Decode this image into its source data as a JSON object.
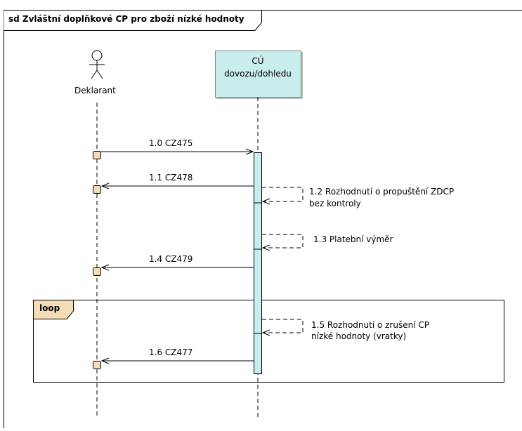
{
  "diagram": {
    "frame_title": "sd Zvláštní doplňkové CP pro zboží nízké hodnoty",
    "lifelines": {
      "actor": {
        "label": "Deklarant"
      },
      "system": {
        "label_line1": "CÚ",
        "label_line2": "dovozu/dohledu"
      }
    },
    "messages": [
      {
        "label": "1.0 CZ475"
      },
      {
        "label": "1.1 CZ478"
      },
      {
        "label_line1": "1.2 Rozhodnutí o propuštění ZDCP",
        "label_line2": "bez kontroly"
      },
      {
        "label": "1.3 Platební výměr"
      },
      {
        "label": "1.4 CZ479"
      },
      {
        "label_line1": "1.5 Rozhodnutí o zrušení CP",
        "label_line2": "nízké hodnoty (vratky)"
      },
      {
        "label": "1.6 CZ477"
      }
    ],
    "fragment": {
      "operator": "loop"
    },
    "colors": {
      "system_fill": "#c9ecec",
      "activation_fill": "#c9ecec",
      "actor_activation_fill": "#f5dcb8",
      "loop_tab_fill": "#f5dcb8",
      "line": "#000000"
    }
  }
}
